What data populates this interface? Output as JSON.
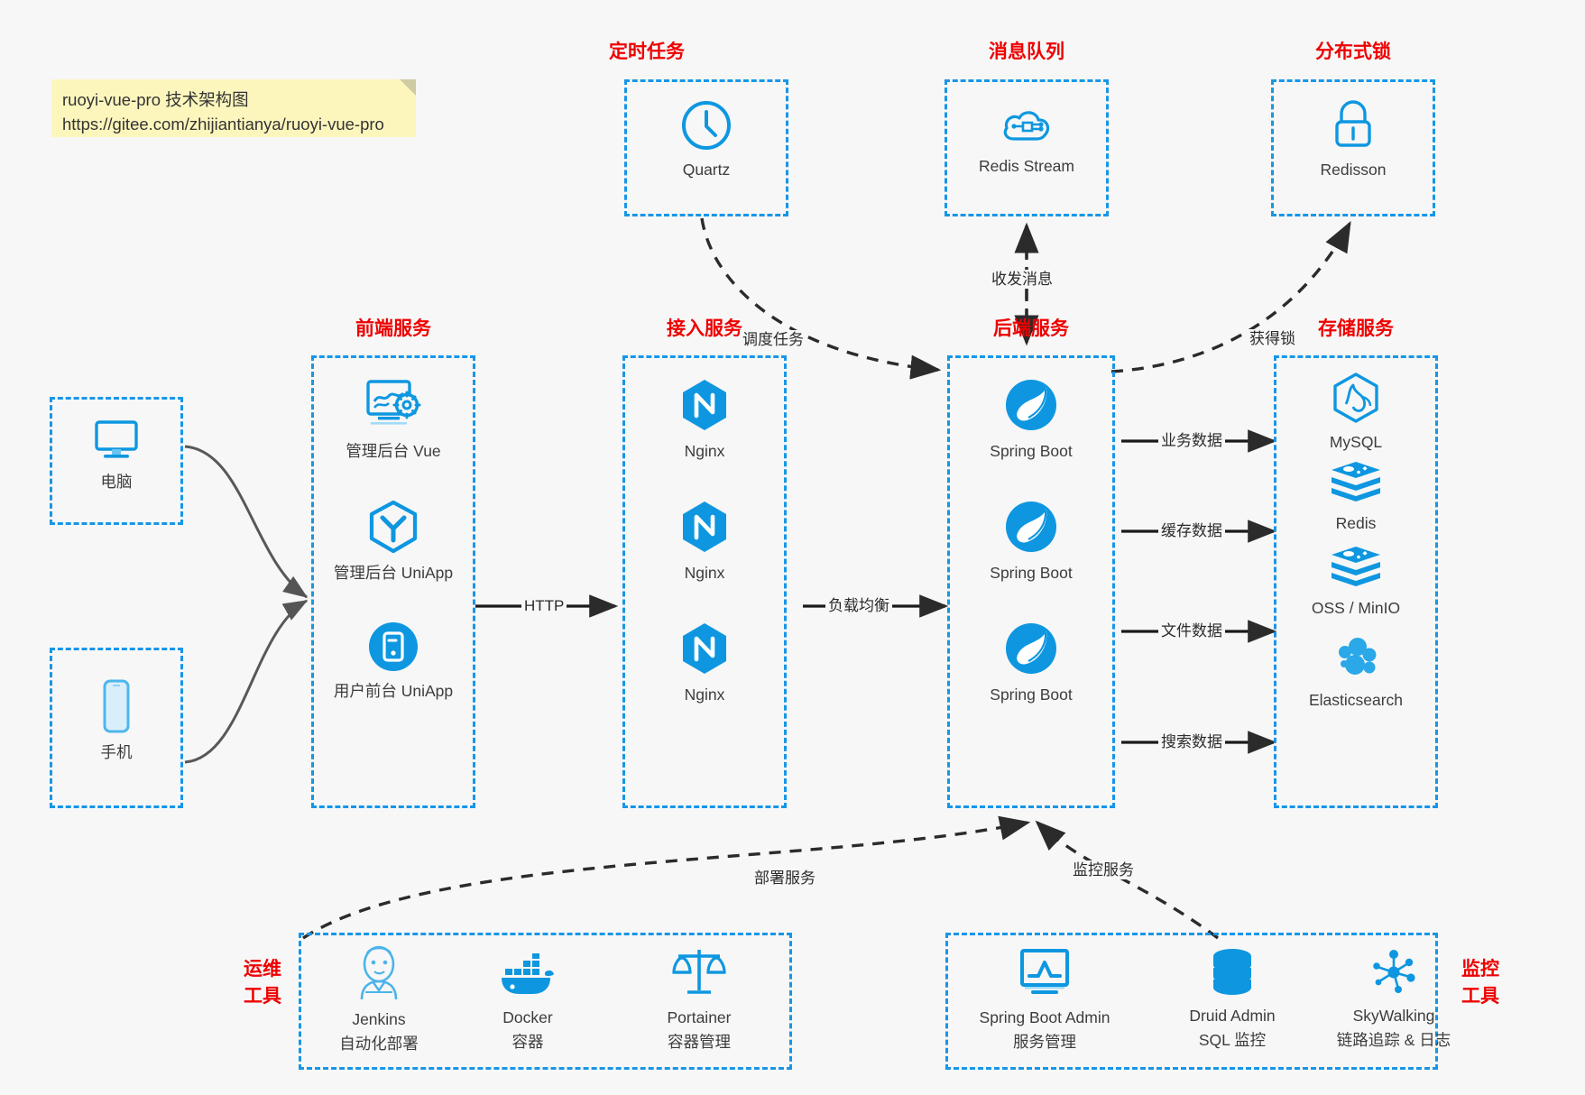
{
  "note": {
    "line1": "ruoyi-vue-pro 技术架构图",
    "line2": "https://gitee.com/zhijiantianya/ruoyi-vue-pro"
  },
  "colors": {
    "accent_blue": "#1796e8",
    "icon_blue": "#0e97e0",
    "title_red": "#ee0000",
    "arrow_dark": "#2b2b2b",
    "background": "#f7f7f7",
    "note_yellow": "#fcf6bd"
  },
  "groups": {
    "scheduled_task": {
      "title": "定时任务",
      "nodes": [
        {
          "label": "Quartz",
          "icon": "clock-icon"
        }
      ]
    },
    "message_queue": {
      "title": "消息队列",
      "nodes": [
        {
          "label": "Redis Stream",
          "icon": "cloud-network-icon"
        }
      ]
    },
    "distributed_lock": {
      "title": "分布式锁",
      "nodes": [
        {
          "label": "Redisson",
          "icon": "lock-icon"
        }
      ]
    },
    "clients": {
      "nodes": [
        {
          "label": "电脑",
          "icon": "desktop-icon"
        },
        {
          "label": "手机",
          "icon": "mobile-icon"
        }
      ]
    },
    "frontend": {
      "title": "前端服务",
      "nodes": [
        {
          "label": "管理后台 Vue",
          "icon": "dashboard-gear-icon"
        },
        {
          "label": "管理后台 UniApp",
          "icon": "hex-cube-icon"
        },
        {
          "label": "用户前台 UniApp",
          "icon": "app-circle-icon"
        }
      ]
    },
    "gateway": {
      "title": "接入服务",
      "nodes": [
        {
          "label": "Nginx",
          "icon": "nginx-icon"
        },
        {
          "label": "Nginx",
          "icon": "nginx-icon"
        },
        {
          "label": "Nginx",
          "icon": "nginx-icon"
        }
      ]
    },
    "backend": {
      "title": "后端服务",
      "nodes": [
        {
          "label": "Spring Boot",
          "icon": "spring-boot-icon"
        },
        {
          "label": "Spring Boot",
          "icon": "spring-boot-icon"
        },
        {
          "label": "Spring Boot",
          "icon": "spring-boot-icon"
        }
      ]
    },
    "storage": {
      "title": "存储服务",
      "nodes": [
        {
          "label": "MySQL",
          "icon": "mysql-icon"
        },
        {
          "label": "Redis",
          "icon": "redis-icon"
        },
        {
          "label": "OSS / MinIO",
          "icon": "redis-icon"
        },
        {
          "label": "Elasticsearch",
          "icon": "elasticsearch-icon"
        }
      ]
    },
    "devops": {
      "title_line1": "运维",
      "title_line2": "工具",
      "nodes": [
        {
          "label": "Jenkins",
          "sublabel": "自动化部署",
          "icon": "jenkins-icon"
        },
        {
          "label": "Docker",
          "sublabel": "容器",
          "icon": "docker-icon"
        },
        {
          "label": "Portainer",
          "sublabel": "容器管理",
          "icon": "scales-icon"
        }
      ]
    },
    "monitoring": {
      "title_line1": "监控",
      "title_line2": "工具",
      "nodes": [
        {
          "label": "Spring Boot Admin",
          "sublabel": "服务管理",
          "icon": "monitor-chart-icon"
        },
        {
          "label": "Druid Admin",
          "sublabel": "SQL 监控",
          "icon": "database-icon"
        },
        {
          "label": "SkyWalking",
          "sublabel": "链路追踪 & 日志",
          "icon": "skywalking-icon"
        }
      ]
    }
  },
  "edges": [
    {
      "id": "schedule-task",
      "label": "调度任务",
      "style": "dashed"
    },
    {
      "id": "send-receive-message",
      "label": "收发消息",
      "style": "dashed"
    },
    {
      "id": "acquire-lock",
      "label": "获得锁",
      "style": "dashed"
    },
    {
      "id": "http",
      "label": "HTTP",
      "style": "solid"
    },
    {
      "id": "load-balance",
      "label": "负载均衡",
      "style": "solid"
    },
    {
      "id": "business-data",
      "label": "业务数据",
      "style": "solid"
    },
    {
      "id": "cache-data",
      "label": "缓存数据",
      "style": "solid"
    },
    {
      "id": "file-data",
      "label": "文件数据",
      "style": "solid"
    },
    {
      "id": "search-data",
      "label": "搜索数据",
      "style": "solid"
    },
    {
      "id": "deploy-service",
      "label": "部署服务",
      "style": "dashed"
    },
    {
      "id": "monitor-service",
      "label": "监控服务",
      "style": "dashed"
    }
  ]
}
